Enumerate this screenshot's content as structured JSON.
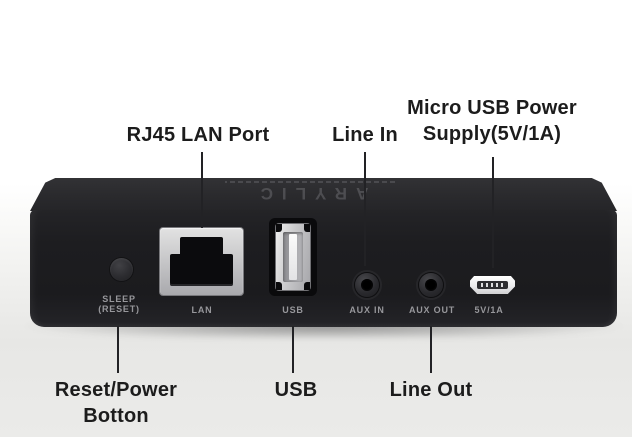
{
  "device": {
    "logo_text": "arylic",
    "panel_labels": {
      "sleep_line1": "SLEEP",
      "sleep_line2": "(RESET)",
      "lan": "LAN",
      "usb": "USB",
      "aux_in": "AUX IN",
      "aux_out": "AUX OUT",
      "power": "5V/1A"
    }
  },
  "callouts": {
    "top": [
      {
        "id": "rj45-lan",
        "label": "RJ45 LAN Port"
      },
      {
        "id": "line-in",
        "label": "Line In"
      },
      {
        "id": "micro-usb-power",
        "label_line1": "Micro USB Power",
        "label_line2": "Supply(5V/1A)"
      }
    ],
    "bottom": [
      {
        "id": "reset-power",
        "label_line1": "Reset/Power",
        "label_line2": "Botton"
      },
      {
        "id": "usb",
        "label": "USB"
      },
      {
        "id": "line-out",
        "label": "Line Out"
      }
    ]
  },
  "colors": {
    "device_front": "#1d1d20",
    "device_top": "#2a2a2d",
    "callout_text": "#1c1c1c",
    "panel_label_text": "#97979b",
    "port_silver": "#c9c9cb",
    "background_bottom": "#e7e7e5",
    "background_top": "#ffffff"
  }
}
